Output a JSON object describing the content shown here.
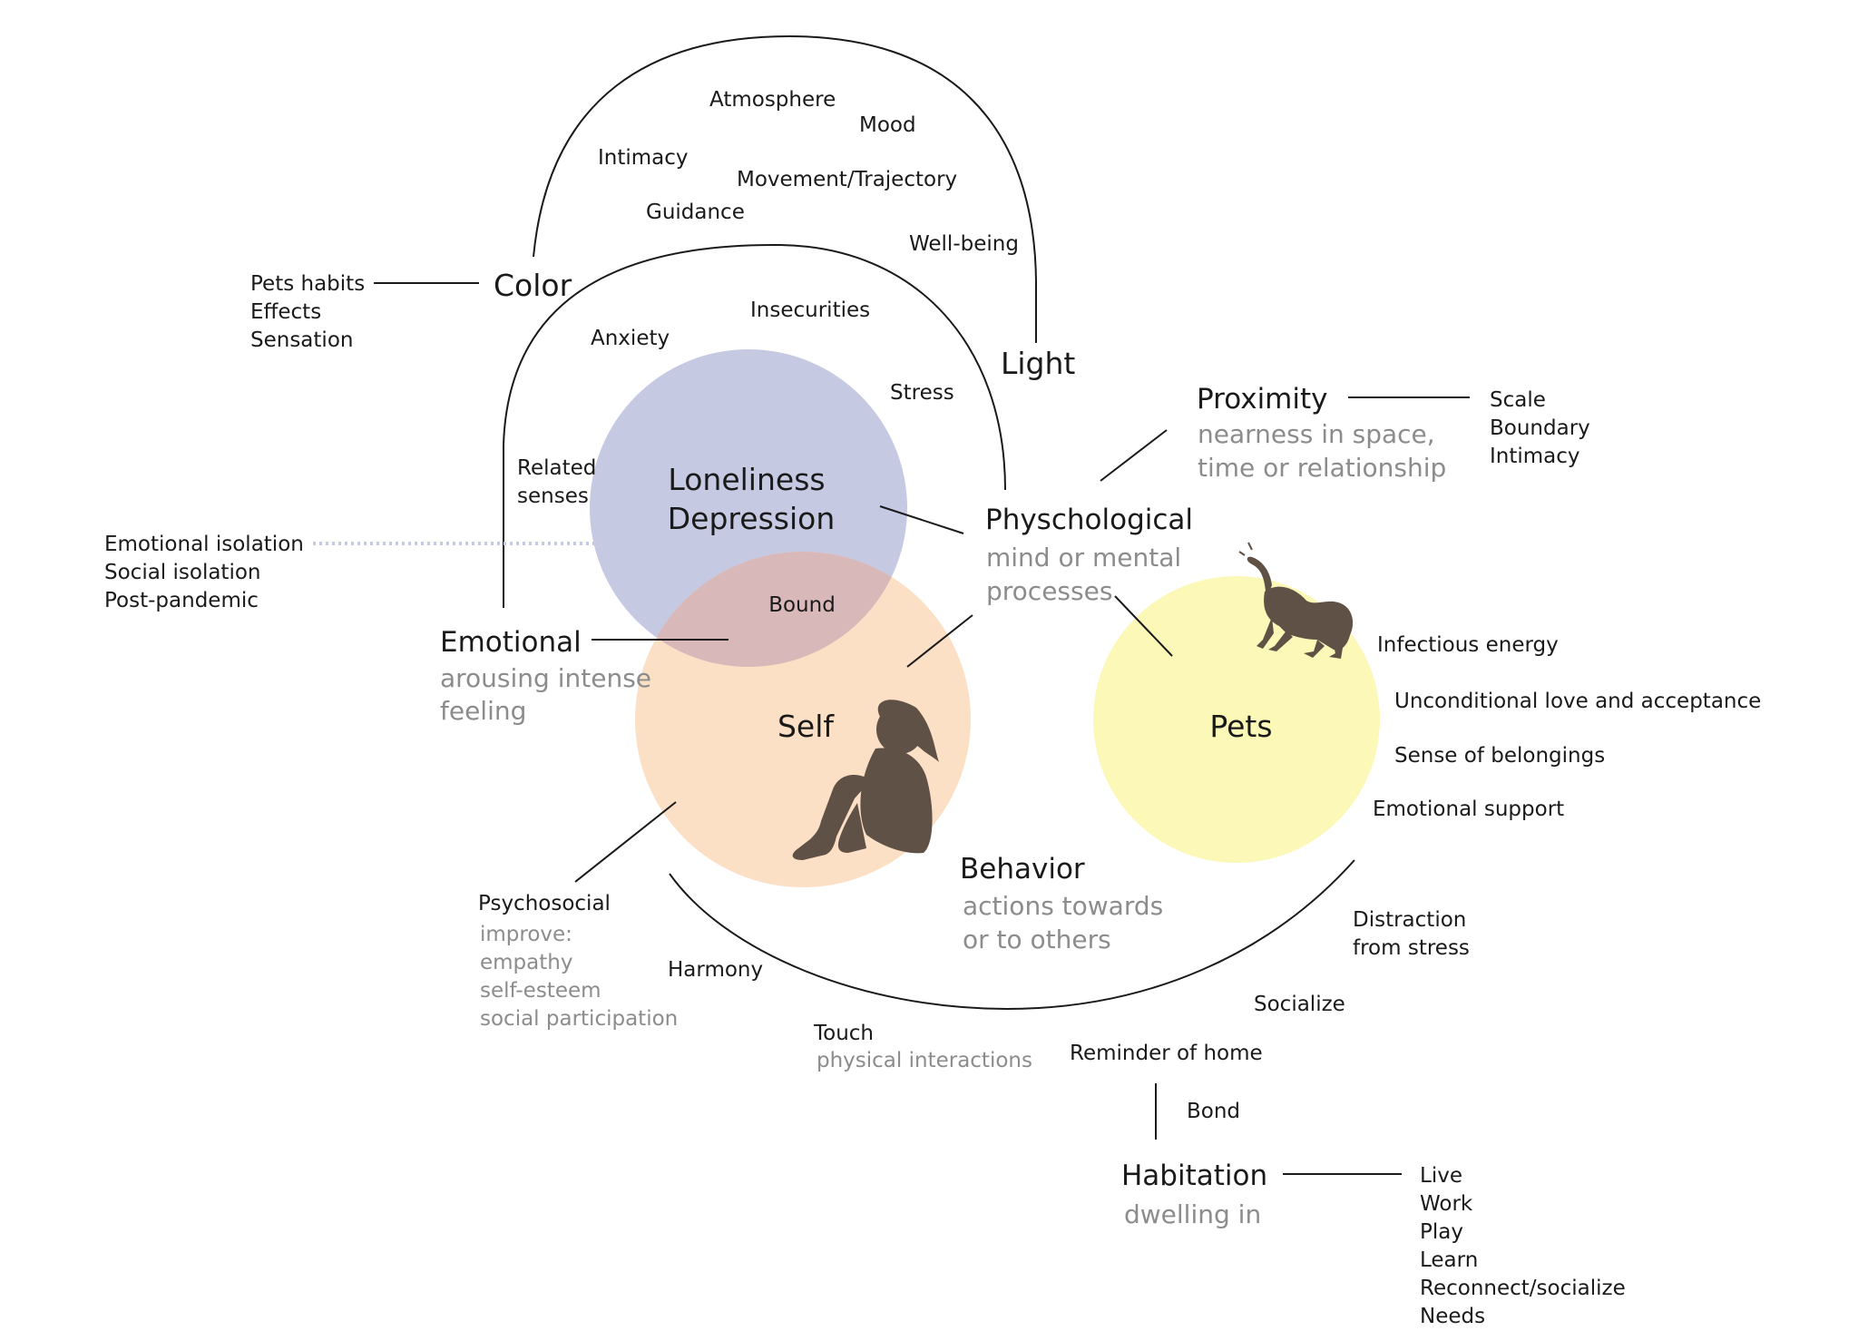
{
  "colors": {
    "loneliness_circle": "#c5c9e2",
    "self_circle": "#fbe0c6",
    "overlap": "#d8b8b8",
    "pets_circle": "#fbf8b8",
    "silhouette": "#5f5145",
    "sub_text": "#8c8c8c"
  },
  "icons": {
    "person": "sitting-person-silhouette",
    "pet": "playing-dog-silhouette"
  },
  "core": {
    "loneliness": "Loneliness",
    "depression": "Depression",
    "bound": "Bound",
    "self": "Self",
    "pets": "Pets"
  },
  "outer_arc": {
    "left_label": "Color",
    "right_label": "Light",
    "items": [
      "Atmosphere",
      "Mood",
      "Intimacy",
      "Movement/Trajectory",
      "Guidance",
      "Well-being"
    ]
  },
  "color_list": [
    "Pets habits",
    "Effects",
    "Sensation"
  ],
  "inner_arc": {
    "items": [
      "Insecurities",
      "Anxiety",
      "Stress"
    ],
    "related_1": "Related",
    "related_2": "senses"
  },
  "isolation_list": [
    "Emotional isolation",
    "Social isolation",
    "Post-pandemic"
  ],
  "proximity": {
    "title": "Proximity",
    "sub_1": "nearness in space,",
    "sub_2": "time or relationship",
    "list": [
      "Scale",
      "Boundary",
      "Intimacy"
    ]
  },
  "physiological": {
    "title": "Physchological",
    "sub_1": "mind or mental",
    "sub_2": "processes"
  },
  "emotional": {
    "title": "Emotional",
    "sub_1": "arousing intense",
    "sub_2": "feeling"
  },
  "pets_benefits": [
    "Infectious energy",
    "Unconditional love and acceptance",
    "Sense of belongings",
    "Emotional support"
  ],
  "behavior": {
    "title": "Behavior",
    "sub_1": "actions towards",
    "sub_2": "or to others"
  },
  "psychosocial": {
    "title": "Psychosocial",
    "sub": [
      "improve:",
      "empathy",
      "self-esteem",
      "social participation"
    ]
  },
  "bottom_arc": {
    "harmony": "Harmony",
    "touch": "Touch",
    "touch_sub": "physical interactions",
    "reminder": "Reminder of home",
    "socialize": "Socialize",
    "distraction_1": "Distraction",
    "distraction_2": "from stress"
  },
  "bond": "Bond",
  "habitation": {
    "title": "Habitation",
    "sub": "dwelling in",
    "list": [
      "Live",
      "Work",
      "Play",
      "Learn",
      "Reconnect/socialize",
      "Needs"
    ]
  }
}
